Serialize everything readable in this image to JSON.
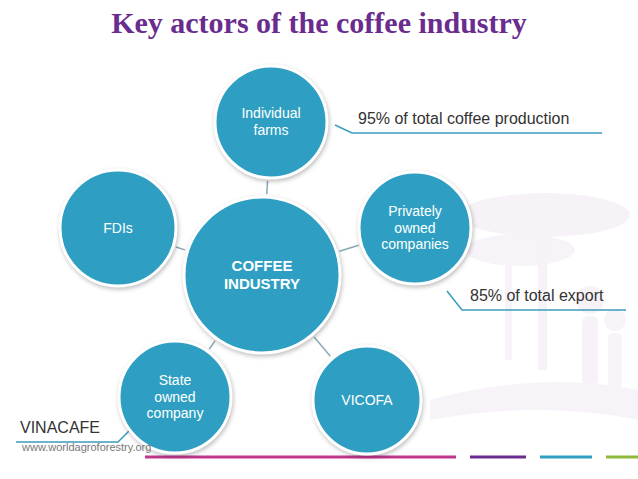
{
  "diagram": {
    "title": "Key actors of the coffee industry",
    "nodes": [
      {
        "text": [
          "Individual farms"
        ]
      },
      {
        "text": [
          "Privately owned companies"
        ]
      },
      {
        "text": [
          "FDIs"
        ]
      },
      {
        "text": [
          "COFFEE INDUSTRY"
        ]
      },
      {
        "text": [
          "State owned company"
        ]
      },
      {
        "text": [
          "VICOFA"
        ]
      }
    ],
    "edges": [
      {
        "from": 3,
        "to": 0,
        "arrow": "none"
      },
      {
        "from": 3,
        "to": 1,
        "arrow": "none"
      },
      {
        "from": 3,
        "to": 5,
        "arrow": "none"
      },
      {
        "from": 3,
        "to": 4,
        "arrow": "none"
      },
      {
        "from": 3,
        "to": 2,
        "arrow": "none"
      }
    ],
    "labels": [
      "95% of total coffee production",
      "85% of total export",
      "VINACAFE",
      "www.worldagroforestry.org"
    ]
  }
}
